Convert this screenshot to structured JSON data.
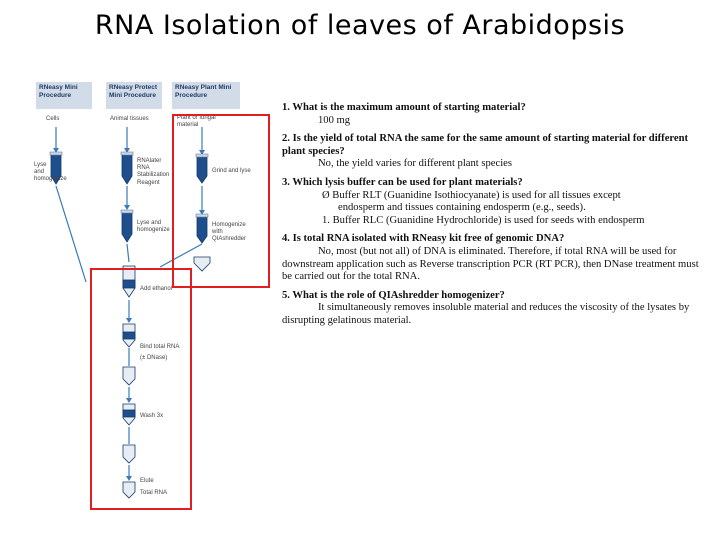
{
  "title": "RNA Isolation of leaves of Arabidopsis",
  "flowchart": {
    "headers": [
      "RNeasy Mini Procedure",
      "RNeasy Protect Mini Procedure",
      "RNeasy Plant Mini Procedure"
    ],
    "labels": {
      "cells": "Cells",
      "animal_tissues": "Animal tissues",
      "plant_tissue": "Plant or fungal material",
      "lyse_homogenize_1": "Lyse and homogenize",
      "rnalater": "RNAlater RNA Stabilization Reagent",
      "grind_lyse": "Grind and lyse",
      "lyse_homogenize_2": "Lyse and homogenize",
      "homogenize_qiashredder": "Homogenize with QIAshredder",
      "add_ethanol": "Add ethanol",
      "bind_rna": "Bind total RNA",
      "dnase": "(± DNase)",
      "wash": "Wash 3x",
      "elute": "Elute",
      "total_rna": "Total RNA"
    }
  },
  "qa": [
    {
      "q": "1. What is the maximum amount of starting material?",
      "a": [
        "100 mg"
      ]
    },
    {
      "q": "2. Is the yield of total RNA the same for the same amount of starting material for different plant species?",
      "a": [
        "No, the yield varies for different plant species"
      ]
    },
    {
      "q": "3. Which lysis buffer can be used for plant materials?",
      "a": [
        "Ø Buffer RLT (Guanidine Isothiocyanate) is used for all tissues except",
        "endosperm and tissues containing endosperm (e.g., seeds).",
        "1. Buffer RLC (Guanidine Hydrochloride) is used for seeds with endosperm"
      ]
    },
    {
      "q": "4. Is total RNA isolated with RNeasy kit free of genomic DNA?",
      "a": [
        "No, most (but not all) of DNA is eliminated. Therefore, if total RNA will be used for downstream application such as Reverse transcription PCR (RT PCR), then DNase treatment must be carried out for the total RNA."
      ]
    },
    {
      "q": "5. What is the role of QIAshredder homogenizer?",
      "a": [
        "It simultaneously removes insoluble material and reduces the viscosity of the lysates by disrupting gelatinous material."
      ]
    }
  ]
}
